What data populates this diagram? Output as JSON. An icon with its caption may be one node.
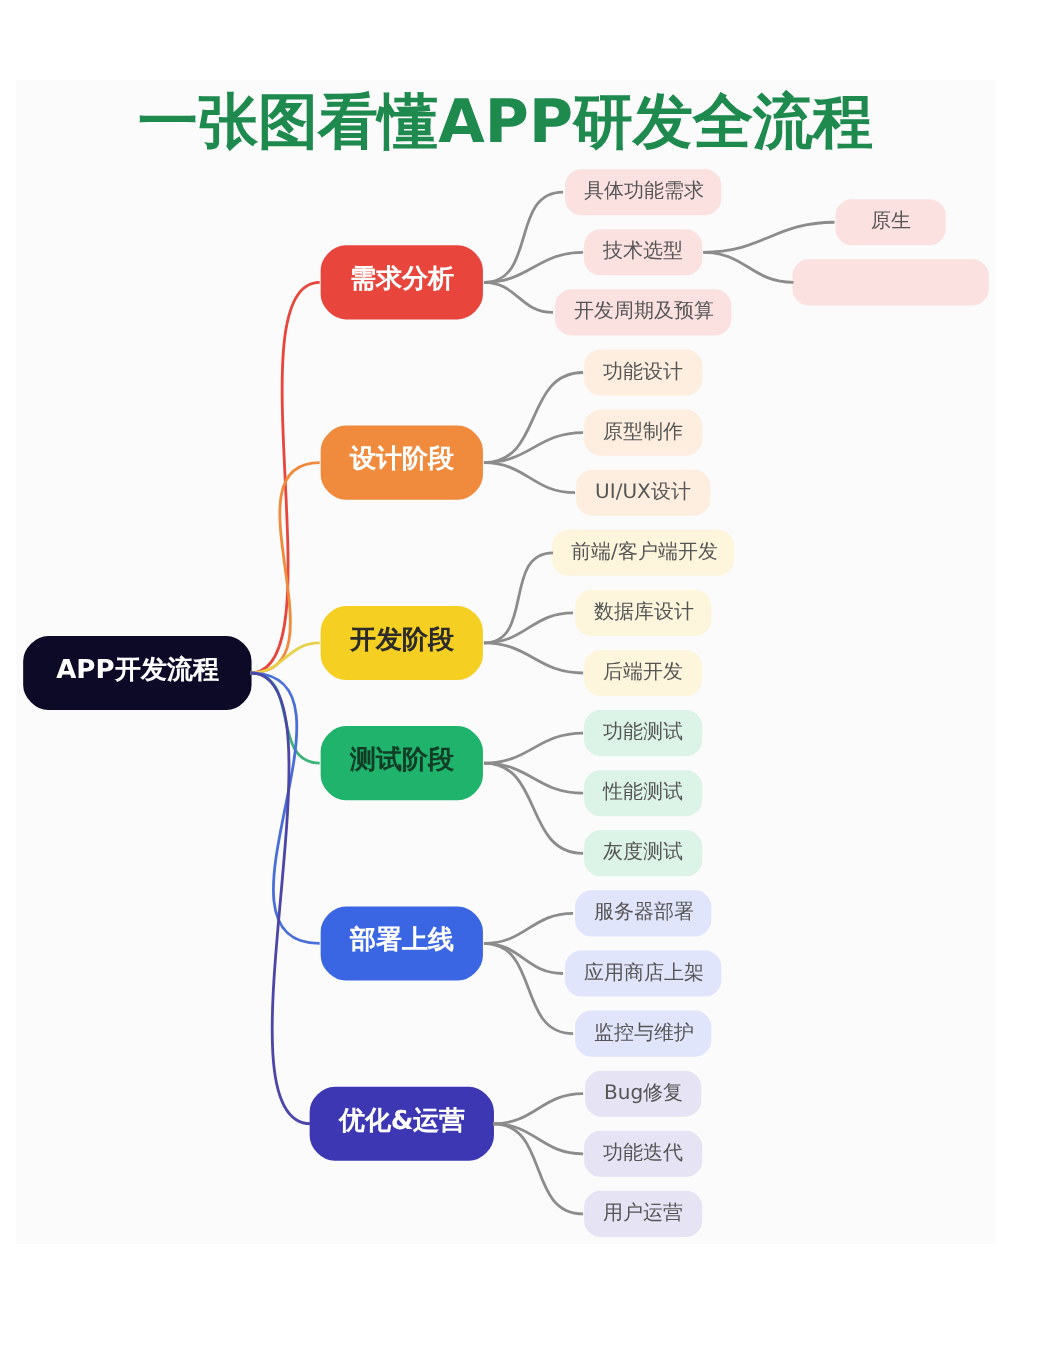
{
  "diagram": {
    "title": "一张图看懂APP研发全流程",
    "nodes": [
      {
        "text": [
          "APP开发流程"
        ]
      },
      {
        "text": [
          "需求分析"
        ]
      },
      {
        "text": [
          "具体功能需求"
        ]
      },
      {
        "text": [
          "技术选型"
        ]
      },
      {
        "text": [
          "原生"
        ]
      },
      {
        "text": [],
        "shape": "box"
      },
      {
        "text": [
          "开发周期及预算"
        ]
      },
      {
        "text": [
          "设计阶段"
        ]
      },
      {
        "text": [
          "功能设计"
        ]
      },
      {
        "text": [
          "原型制作"
        ]
      },
      {
        "text": [
          "UI/UX设计"
        ]
      },
      {
        "text": [
          "开发阶段"
        ]
      },
      {
        "text": [
          "前端/客户端开发"
        ]
      },
      {
        "text": [
          "数据库设计"
        ]
      },
      {
        "text": [
          "后端开发"
        ]
      },
      {
        "text": [
          "测试阶段"
        ]
      },
      {
        "text": [
          "功能测试"
        ]
      },
      {
        "text": [
          "性能测试"
        ]
      },
      {
        "text": [
          "灰度测试"
        ]
      },
      {
        "text": [
          "部署上线"
        ]
      },
      {
        "text": [
          "服务器部署"
        ]
      },
      {
        "text": [
          "应用商店上架"
        ]
      },
      {
        "text": [
          "监控与维护"
        ]
      },
      {
        "text": [
          "优化&运营"
        ]
      },
      {
        "text": [
          "Bug修复"
        ]
      },
      {
        "text": [
          "功能迭代"
        ]
      },
      {
        "text": [
          "用户运营"
        ]
      }
    ],
    "edges": [
      {
        "from": 0,
        "to": 1,
        "arrow": "none",
        "color": "#e8453c"
      },
      {
        "from": 0,
        "to": 7,
        "arrow": "none",
        "color": "#f08a3c"
      },
      {
        "from": 0,
        "to": 11,
        "arrow": "none",
        "color": "#e8d24a"
      },
      {
        "from": 0,
        "to": 15,
        "arrow": "none",
        "color": "#3fb37a"
      },
      {
        "from": 0,
        "to": 19,
        "arrow": "none",
        "color": "#4a6fd8"
      },
      {
        "from": 0,
        "to": 23,
        "arrow": "none",
        "color": "#4b46a8"
      },
      {
        "from": 1,
        "to": 2,
        "arrow": "none"
      },
      {
        "from": 1,
        "to": 3,
        "arrow": "none"
      },
      {
        "from": 1,
        "to": 6,
        "arrow": "none"
      },
      {
        "from": 3,
        "to": 4,
        "arrow": "none"
      },
      {
        "from": 3,
        "to": 5,
        "arrow": "none"
      },
      {
        "from": 7,
        "to": 8,
        "arrow": "none"
      },
      {
        "from": 7,
        "to": 9,
        "arrow": "none"
      },
      {
        "from": 7,
        "to": 10,
        "arrow": "none"
      },
      {
        "from": 11,
        "to": 12,
        "arrow": "none"
      },
      {
        "from": 11,
        "to": 13,
        "arrow": "none"
      },
      {
        "from": 11,
        "to": 14,
        "arrow": "none"
      },
      {
        "from": 15,
        "to": 16,
        "arrow": "none"
      },
      {
        "from": 15,
        "to": 17,
        "arrow": "none"
      },
      {
        "from": 15,
        "to": 18,
        "arrow": "none"
      },
      {
        "from": 19,
        "to": 20,
        "arrow": "none"
      },
      {
        "from": 19,
        "to": 21,
        "arrow": "none"
      },
      {
        "from": 19,
        "to": 22,
        "arrow": "none"
      },
      {
        "from": 23,
        "to": 24,
        "arrow": "none"
      },
      {
        "from": 23,
        "to": 25,
        "arrow": "none"
      },
      {
        "from": 23,
        "to": 26,
        "arrow": "none"
      }
    ]
  }
}
